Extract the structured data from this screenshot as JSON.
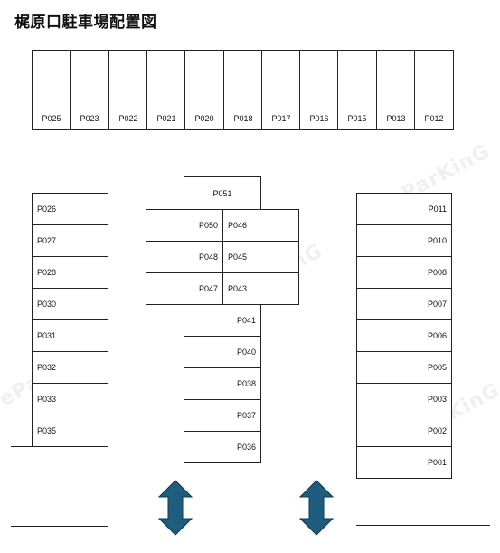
{
  "title": "梶原口駐車場配置図",
  "watermark": "eParKinG",
  "colors": {
    "arrow": "#1f5d7e",
    "border": "#222222",
    "watermark": "#cccccc"
  },
  "spaces": {
    "top_row": [
      "P025",
      "P023",
      "P022",
      "P021",
      "P020",
      "P018",
      "P017",
      "P016",
      "P015",
      "P013",
      "P012"
    ],
    "left_column": [
      "P026",
      "P027",
      "P028",
      "P030",
      "P031",
      "P032",
      "P033",
      "P035"
    ],
    "center_top": "P051",
    "center_block_left": [
      "P050",
      "P048",
      "P047"
    ],
    "center_block_right": [
      "P046",
      "P045",
      "P043"
    ],
    "center_lower": [
      "P041",
      "P040",
      "P038",
      "P037",
      "P036"
    ],
    "right_column": [
      "P011",
      "P010",
      "P008",
      "P007",
      "P006",
      "P005",
      "P003",
      "P002",
      "P001"
    ]
  },
  "arrows": [
    {
      "name": "entrance-arrow-left",
      "icon": "double-vertical-arrow-icon"
    },
    {
      "name": "entrance-arrow-right",
      "icon": "double-vertical-arrow-icon"
    }
  ]
}
